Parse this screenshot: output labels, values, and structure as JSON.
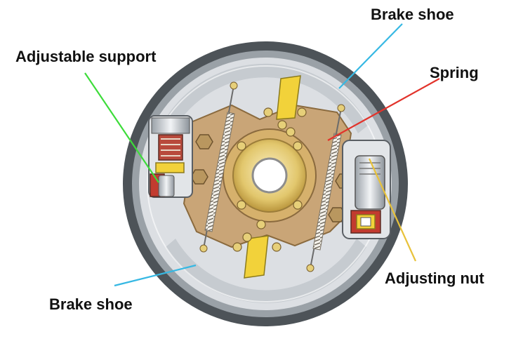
{
  "labels": {
    "brake_shoe_top": "Brake shoe",
    "adjustable_support": "Adjustable support",
    "spring": "Spring",
    "adjusting_nut": "Adjusting nut",
    "brake_shoe_bottom": "Brake shoe"
  },
  "colors": {
    "drum_outer": "#4d5358",
    "drum_inner": "#d9dde2",
    "backplate": "#c9a577",
    "hub_gold": "#e6cf79",
    "cam_yellow": "#f2d23a",
    "cylinder_red": "#c23b2f",
    "leader_cyan": "#36b8e3",
    "leader_green": "#3ddc3a",
    "leader_red": "#e2332b",
    "leader_yellow": "#e8c23a"
  }
}
